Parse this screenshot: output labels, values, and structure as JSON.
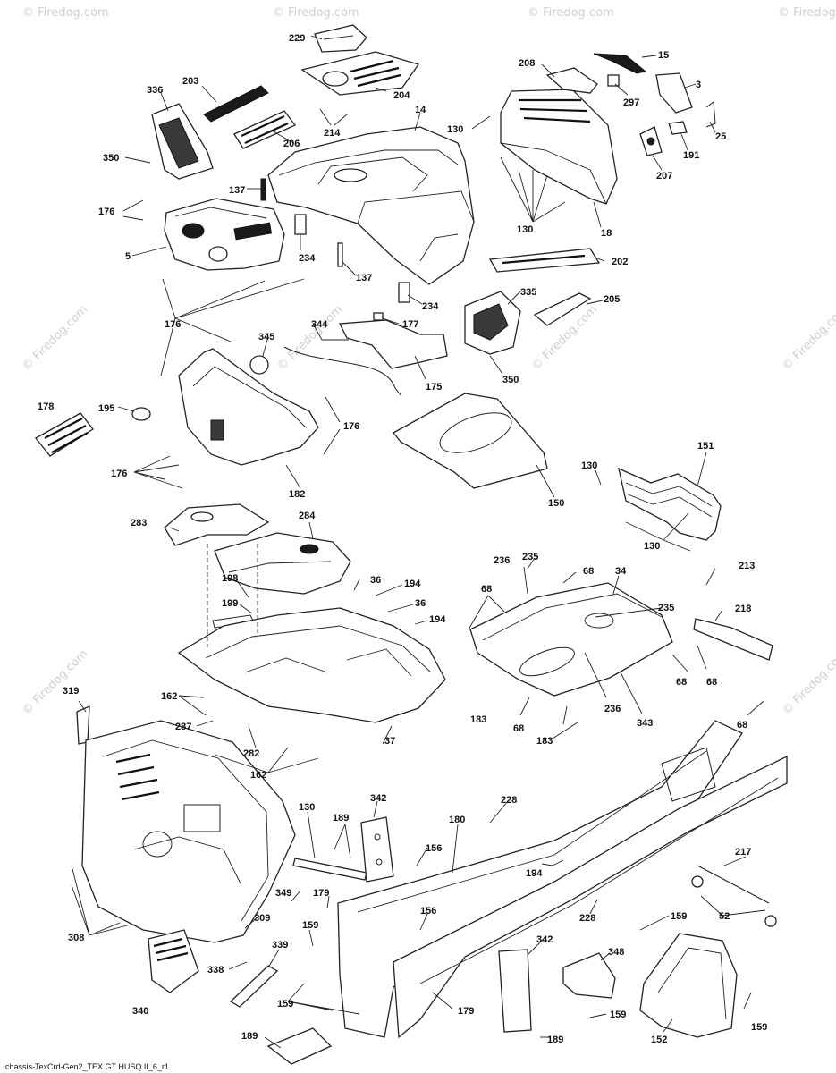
{
  "caption": "chassis-TexCrd-Gen2_TEX GT HUSQ II_6_r1",
  "watermark": "© Firedog.com",
  "labels": [
    {
      "id": "229",
      "text": "229"
    },
    {
      "id": "203",
      "text": "203"
    },
    {
      "id": "336",
      "text": "336"
    },
    {
      "id": "204",
      "text": "204"
    },
    {
      "id": "214",
      "text": "214"
    },
    {
      "id": "206",
      "text": "206"
    },
    {
      "id": "14",
      "text": "14"
    },
    {
      "id": "350a",
      "text": "350"
    },
    {
      "id": "208",
      "text": "208"
    },
    {
      "id": "15",
      "text": "15"
    },
    {
      "id": "297",
      "text": "297"
    },
    {
      "id": "3",
      "text": "3"
    },
    {
      "id": "130a",
      "text": "130"
    },
    {
      "id": "25",
      "text": "25"
    },
    {
      "id": "191",
      "text": "191"
    },
    {
      "id": "207",
      "text": "207"
    },
    {
      "id": "137a",
      "text": "137"
    },
    {
      "id": "176a",
      "text": "176"
    },
    {
      "id": "130b",
      "text": "130"
    },
    {
      "id": "18",
      "text": "18"
    },
    {
      "id": "5",
      "text": "5"
    },
    {
      "id": "234a",
      "text": "234"
    },
    {
      "id": "202",
      "text": "202"
    },
    {
      "id": "137b",
      "text": "137"
    },
    {
      "id": "335",
      "text": "335"
    },
    {
      "id": "205",
      "text": "205"
    },
    {
      "id": "234b",
      "text": "234"
    },
    {
      "id": "176b",
      "text": "176"
    },
    {
      "id": "344",
      "text": "344"
    },
    {
      "id": "177",
      "text": "177"
    },
    {
      "id": "345",
      "text": "345"
    },
    {
      "id": "350b",
      "text": "350"
    },
    {
      "id": "175",
      "text": "175"
    },
    {
      "id": "178",
      "text": "178"
    },
    {
      "id": "195",
      "text": "195"
    },
    {
      "id": "176c",
      "text": "176"
    },
    {
      "id": "176d",
      "text": "176"
    },
    {
      "id": "182",
      "text": "182"
    },
    {
      "id": "150",
      "text": "150"
    },
    {
      "id": "130c",
      "text": "130"
    },
    {
      "id": "151",
      "text": "151"
    },
    {
      "id": "130d",
      "text": "130"
    },
    {
      "id": "283",
      "text": "283"
    },
    {
      "id": "284",
      "text": "284"
    },
    {
      "id": "198",
      "text": "198"
    },
    {
      "id": "36a",
      "text": "36"
    },
    {
      "id": "194a",
      "text": "194"
    },
    {
      "id": "199",
      "text": "199"
    },
    {
      "id": "36b",
      "text": "36"
    },
    {
      "id": "194b",
      "text": "194"
    },
    {
      "id": "236a",
      "text": "236"
    },
    {
      "id": "235a",
      "text": "235"
    },
    {
      "id": "68a",
      "text": "68"
    },
    {
      "id": "34",
      "text": "34"
    },
    {
      "id": "213",
      "text": "213"
    },
    {
      "id": "68b",
      "text": "68"
    },
    {
      "id": "235b",
      "text": "235"
    },
    {
      "id": "218",
      "text": "218"
    },
    {
      "id": "68c",
      "text": "68"
    },
    {
      "id": "68d",
      "text": "68"
    },
    {
      "id": "236b",
      "text": "236"
    },
    {
      "id": "183a",
      "text": "183"
    },
    {
      "id": "68e",
      "text": "68"
    },
    {
      "id": "343",
      "text": "343"
    },
    {
      "id": "183b",
      "text": "183"
    },
    {
      "id": "68f",
      "text": "68"
    },
    {
      "id": "319",
      "text": "319"
    },
    {
      "id": "162a",
      "text": "162"
    },
    {
      "id": "287",
      "text": "287"
    },
    {
      "id": "282",
      "text": "282"
    },
    {
      "id": "37",
      "text": "37"
    },
    {
      "id": "162b",
      "text": "162"
    },
    {
      "id": "228a",
      "text": "228"
    },
    {
      "id": "130e",
      "text": "130"
    },
    {
      "id": "189a",
      "text": "189"
    },
    {
      "id": "342a",
      "text": "342"
    },
    {
      "id": "180",
      "text": "180"
    },
    {
      "id": "156a",
      "text": "156"
    },
    {
      "id": "194c",
      "text": "194"
    },
    {
      "id": "217",
      "text": "217"
    },
    {
      "id": "349",
      "text": "349"
    },
    {
      "id": "179a",
      "text": "179"
    },
    {
      "id": "228b",
      "text": "228"
    },
    {
      "id": "52",
      "text": "52"
    },
    {
      "id": "308",
      "text": "308"
    },
    {
      "id": "309",
      "text": "309"
    },
    {
      "id": "159a",
      "text": "159"
    },
    {
      "id": "156b",
      "text": "156"
    },
    {
      "id": "159b",
      "text": "159"
    },
    {
      "id": "339",
      "text": "339"
    },
    {
      "id": "342b",
      "text": "342"
    },
    {
      "id": "348",
      "text": "348"
    },
    {
      "id": "338",
      "text": "338"
    },
    {
      "id": "159c",
      "text": "159"
    },
    {
      "id": "179b",
      "text": "179"
    },
    {
      "id": "340",
      "text": "340"
    },
    {
      "id": "159d",
      "text": "159"
    },
    {
      "id": "159e",
      "text": "159"
    },
    {
      "id": "152",
      "text": "152"
    },
    {
      "id": "189b",
      "text": "189"
    },
    {
      "id": "189c",
      "text": "189"
    }
  ]
}
